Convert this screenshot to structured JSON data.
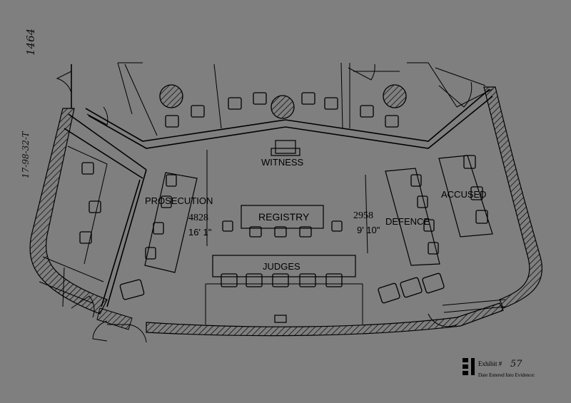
{
  "annotations": {
    "page_number": "1464",
    "case_code": "17-98-32-T"
  },
  "labels": {
    "witness": "WITNESS",
    "prosecution": "PROSECUTION",
    "registry": "REGISTRY",
    "defence": "DEFENCE",
    "accused": "ACCUSED",
    "judges": "JUDGES",
    "prosecution_code": "4828",
    "prosecution_dim": "16' 1\"",
    "defence_code": "2958",
    "defence_dim": "9' 10\""
  },
  "exhibit": {
    "label": "Exhibit #",
    "number": "57",
    "date_line": "Date Entered Into Evidence:"
  }
}
